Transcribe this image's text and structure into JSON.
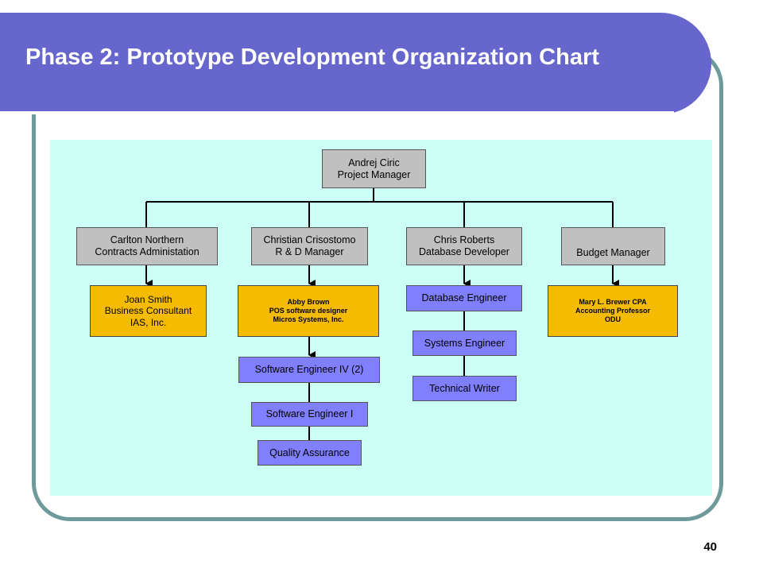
{
  "slide": {
    "title": "Phase 2: Prototype Development Organization Chart",
    "page_number": "40"
  },
  "org_chart": {
    "root": "Andrej Ciric\nProject Manager",
    "managers": [
      "Carlton Northern\nContracts Administation",
      "Christian Crisostomo\nR & D Manager",
      "Chris Roberts\nDatabase Developer",
      "Budget Manager"
    ],
    "consultants": [
      "Joan Smith\nBusiness Consultant\nIAS, Inc.",
      "Abby Brown\nPOS software designer\nMicros Systems, Inc.",
      "Mary L. Brewer CPA\nAccounting Professor\nODU"
    ],
    "rd_team": [
      "Software Engineer IV (2)",
      "Software Engineer I",
      "Quality Assurance"
    ],
    "db_team": [
      "Database Engineer",
      "Systems Engineer",
      "Technical Writer"
    ]
  },
  "colors": {
    "title_bar": "#6666cc",
    "frame": "#6f9a9a",
    "panel": "#ccfff5",
    "manager_box": "#c0c0c0",
    "consultant_box": "#f5bb00",
    "staff_box": "#8080ff"
  }
}
